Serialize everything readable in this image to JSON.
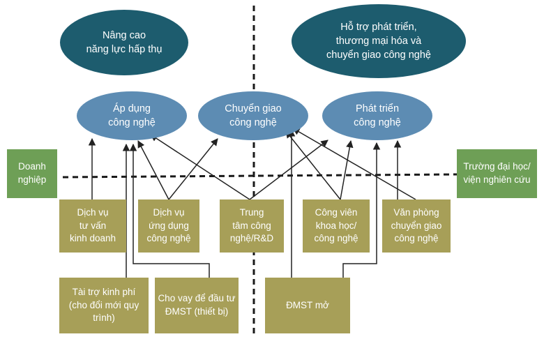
{
  "goals": {
    "absorb": "Nâng cao\nnăng lực hấp thụ",
    "support": "Hỗ trợ phát triển,\nthương mại hóa và\nchuyển giao công nghệ"
  },
  "activities": {
    "apply": "Áp dụng\ncông nghệ",
    "transfer": "Chuyển giao\ncông nghệ",
    "develop": "Phát triển\ncông nghệ"
  },
  "actors": {
    "business": "Doanh\nnghiệp",
    "university": "Trường đại học/\nviện nghiên cứu"
  },
  "services": {
    "consulting": "Dịch vụ\ntư vấn\nkinh doanh",
    "app_services": "Dịch vụ\nứng dụng\ncông nghệ",
    "rd_center": "Trung\ntâm công\nnghệ/R&D",
    "tech_park": "Công viên\nkhoa học/\ncông nghệ",
    "transfer_office": "Văn phòng\nchuyển giao\ncông nghệ",
    "funding": "Tài trợ kinh phí\n(cho đổi mới quy\ntrình)",
    "loans": "Cho vay để đầu tư\nĐMST (thiết bị)",
    "open_innovation": "ĐMST mở"
  },
  "colors": {
    "dark_ellipse": "#1d5c6e",
    "light_ellipse": "#5d8cb3",
    "olive_box": "#a79f58",
    "green_box": "#6e9f56",
    "lines": "#222222"
  }
}
